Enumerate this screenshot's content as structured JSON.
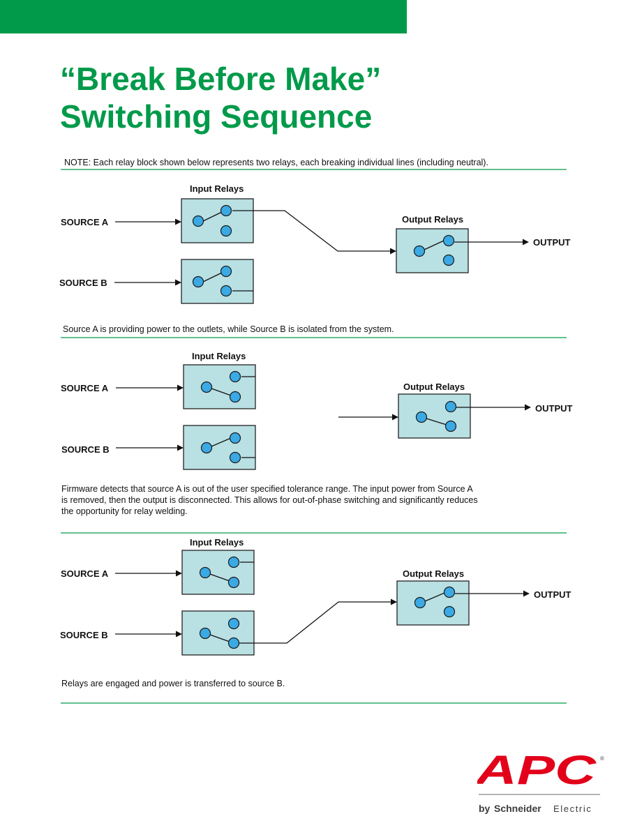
{
  "title": {
    "line1": "“Break Before Make”",
    "line2": "Switching Sequence"
  },
  "note": "NOTE: Each relay block shown below represents two relays, each breaking individual lines (including neutral).",
  "labels": {
    "input_relays": "Input Relays",
    "output_relays": "Output Relays",
    "source_a": "SOURCE A",
    "source_b": "SOURCE B",
    "output": "OUTPUT"
  },
  "steps": [
    {
      "description_lines": [
        "Source A is providing power to the outlets, while Source B is isolated from the system."
      ]
    },
    {
      "description_lines": [
        "Firmware detects that source A is out of the user specified tolerance range.  The input power from Source A",
        "is removed, then the output is disconnected. This  allows for out-of-phase switching and significantly reduces",
        "the opportunity for relay welding."
      ]
    },
    {
      "description_lines": [
        "Relays are engaged and power is transferred to source B."
      ]
    }
  ],
  "logo": {
    "brand": "APC",
    "registered": "®",
    "by": "by",
    "company": "Schneider",
    "company2": "Electric"
  },
  "colors": {
    "brand_green": "#009a4a",
    "apc_red": "#e2001a",
    "relay_fill": "#b9e0e3",
    "contact_fill": "#3ba9e4"
  }
}
